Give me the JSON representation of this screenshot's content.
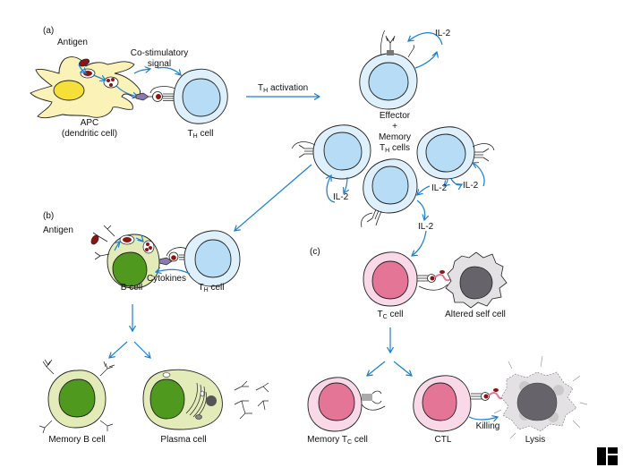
{
  "colors": {
    "arrow": "#1a7fd4",
    "apc_body": "#fbf2b8",
    "apc_nucleus": "#f7df3a",
    "th_cytoplasm": "#def0fb",
    "th_nucleus": "#b7dcf5",
    "b_cytoplasm": "#e3ebb8",
    "b_nucleus": "#4f9a1e",
    "tc_cytoplasm": "#f9d8e8",
    "tc_nucleus": "#e57597",
    "target_body": "#e4e1e4",
    "target_nucleus": "#66636a",
    "antigen": "#8b1414",
    "receptor": "#8a7ab0",
    "logo": "#000000"
  },
  "panels": {
    "a": {
      "label": "(a)",
      "antigen": "Antigen",
      "costim_1": "Co-stimulatory",
      "costim_2": "signal",
      "apc_1": "APC",
      "apc_2": "(dendritic cell)",
      "th_cell": {
        "main": "T",
        "sub": "H",
        "rest": " cell"
      },
      "activation": {
        "main": "T",
        "sub": "H",
        "rest": " activation"
      },
      "effector_1": "Effector",
      "effector_2": "+",
      "effector_3": "Memory",
      "effector_4": {
        "main": "T",
        "sub": "H",
        "rest": " cells"
      },
      "il2": [
        "IL-2",
        "IL-2",
        "IL-2",
        "IL-2",
        "IL-2"
      ]
    },
    "b": {
      "label": "(b)",
      "antigen": "Antigen",
      "b_cell": "B cell",
      "cytokines": "Cytokines",
      "th_cell": {
        "main": "T",
        "sub": "H",
        "rest": " cell"
      },
      "memory_b": "Memory B cell",
      "plasma": "Plasma cell"
    },
    "c": {
      "label": "(c)",
      "il2": "IL-2",
      "tc_cell": {
        "main": "T",
        "sub": "C",
        "rest": " cell"
      },
      "altered": "Altered self cell",
      "memory_tc": {
        "main": "Memory T",
        "sub": "C",
        "rest": " cell"
      },
      "ctl": "CTL",
      "killing": "Killing",
      "lysis": "Lysis"
    }
  }
}
